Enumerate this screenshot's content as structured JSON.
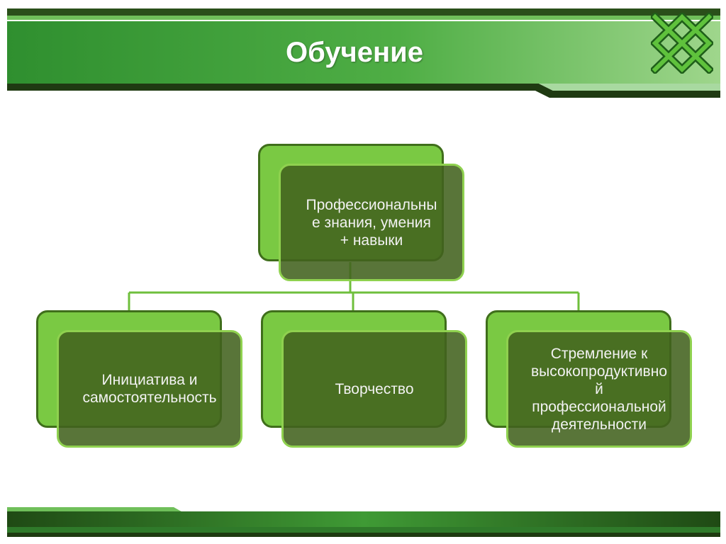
{
  "slide": {
    "title": "Обучение",
    "logo_icon": "interlocked-knot-icon",
    "accent_color": "#5fb84a",
    "dark_color": "#1e3a10"
  },
  "diagram": {
    "root": {
      "label": "Профессиональны\nе знания, умения\n+ навыки"
    },
    "children": [
      {
        "label": "Инициатива и\nсамостоятельность"
      },
      {
        "label": "Творчество"
      },
      {
        "label": "Стремление к\nвысокопродуктивно\nй\nпрофессиональной\nдеятельности"
      }
    ]
  }
}
